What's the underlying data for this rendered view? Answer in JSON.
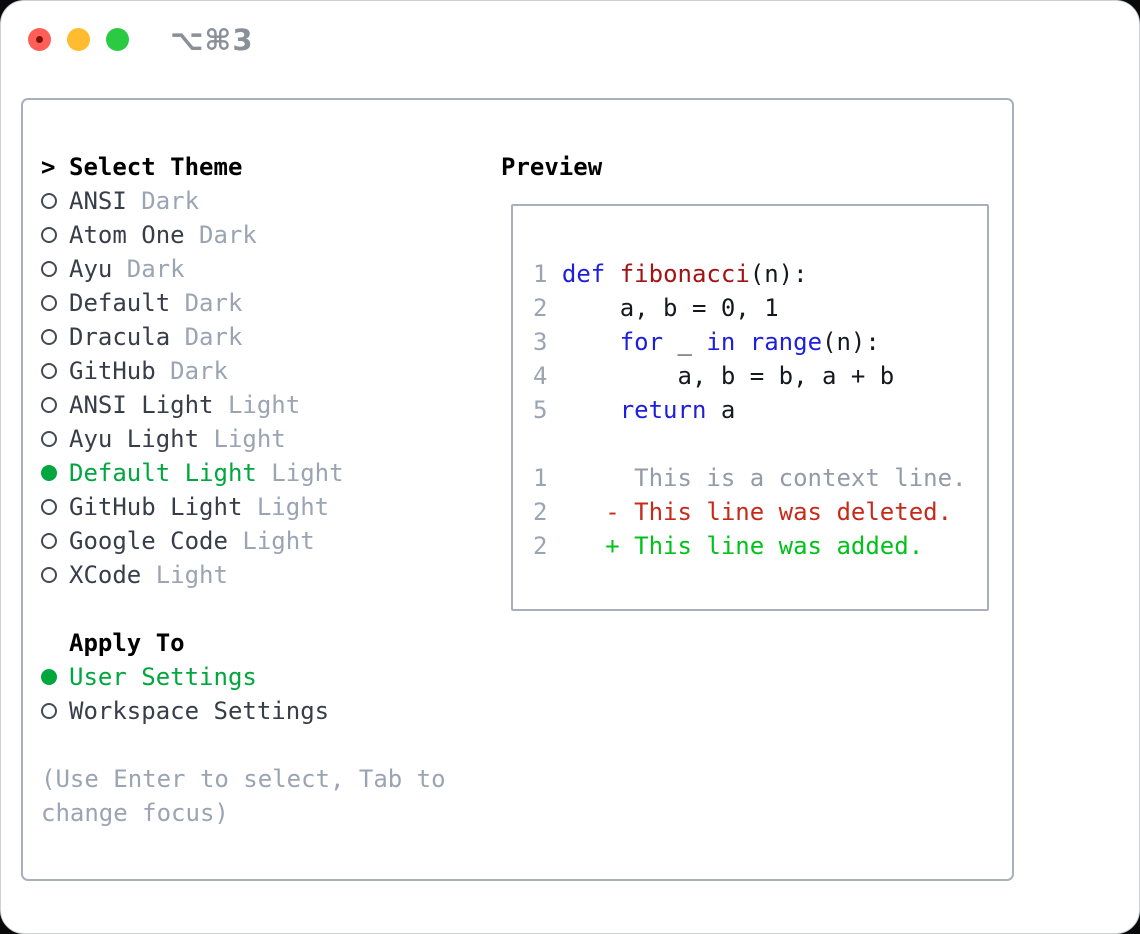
{
  "window": {
    "shortcut_label": "⌥⌘3"
  },
  "colors": {
    "accent_green": "#00A73E",
    "diff_added_green": "#00C21B",
    "diff_deleted_red": "#C62B1A",
    "keyword_blue": "#1E1EDC",
    "function_dark_red": "#A21313",
    "muted_gray": "#9AA4B3",
    "panel_border": "#A9B0BC",
    "traffic_red": "#FF5F57",
    "traffic_yellow": "#FEBC2E",
    "traffic_green": "#2ACB42"
  },
  "theme_picker": {
    "prompt": ">",
    "title": "Select Theme",
    "themes": [
      {
        "name": "ANSI",
        "variant": "Dark",
        "selected": false
      },
      {
        "name": "Atom One",
        "variant": "Dark",
        "selected": false
      },
      {
        "name": "Ayu",
        "variant": "Dark",
        "selected": false
      },
      {
        "name": "Default",
        "variant": "Dark",
        "selected": false
      },
      {
        "name": "Dracula",
        "variant": "Dark",
        "selected": false
      },
      {
        "name": "GitHub",
        "variant": "Dark",
        "selected": false
      },
      {
        "name": "ANSI Light",
        "variant": "Light",
        "selected": false
      },
      {
        "name": "Ayu Light",
        "variant": "Light",
        "selected": false
      },
      {
        "name": "Default Light",
        "variant": "Light",
        "selected": true
      },
      {
        "name": "GitHub Light",
        "variant": "Light",
        "selected": false
      },
      {
        "name": "Google Code",
        "variant": "Light",
        "selected": false
      },
      {
        "name": "XCode",
        "variant": "Light",
        "selected": false
      }
    ],
    "apply_to": {
      "title": "Apply To",
      "options": [
        {
          "label": "User Settings",
          "selected": true
        },
        {
          "label": "Workspace Settings",
          "selected": false
        }
      ]
    },
    "hint_lines": [
      "(Use Enter to select, Tab to",
      "change focus)"
    ]
  },
  "preview": {
    "title": "Preview",
    "lines": [
      {
        "tokens": []
      },
      {
        "tokens": [
          [
            "num",
            "1 "
          ],
          [
            "kw",
            "def"
          ],
          [
            "code",
            " "
          ],
          [
            "fn",
            "fibonacci"
          ],
          [
            "code",
            "(n):"
          ]
        ]
      },
      {
        "tokens": [
          [
            "num",
            "2 "
          ],
          [
            "code",
            "    a, b = 0, 1"
          ]
        ]
      },
      {
        "tokens": [
          [
            "num",
            "3 "
          ],
          [
            "code",
            "    "
          ],
          [
            "kw",
            "for"
          ],
          [
            "code",
            " _ "
          ],
          [
            "kw",
            "in"
          ],
          [
            "code",
            " "
          ],
          [
            "kw",
            "range"
          ],
          [
            "code",
            "(n):"
          ]
        ]
      },
      {
        "tokens": [
          [
            "num",
            "4 "
          ],
          [
            "code",
            "        a, b = b, a + b"
          ]
        ]
      },
      {
        "tokens": [
          [
            "num",
            "5 "
          ],
          [
            "code",
            "    "
          ],
          [
            "kw",
            "return"
          ],
          [
            "code",
            " a"
          ]
        ]
      },
      {
        "tokens": []
      },
      {
        "tokens": [
          [
            "num",
            "1 "
          ],
          [
            "ctx",
            "     This is a context line."
          ]
        ]
      },
      {
        "tokens": [
          [
            "num",
            "2 "
          ],
          [
            "del",
            "   - This line was deleted."
          ]
        ]
      },
      {
        "tokens": [
          [
            "num",
            "2 "
          ],
          [
            "add",
            "   + This line was added."
          ]
        ]
      }
    ]
  }
}
